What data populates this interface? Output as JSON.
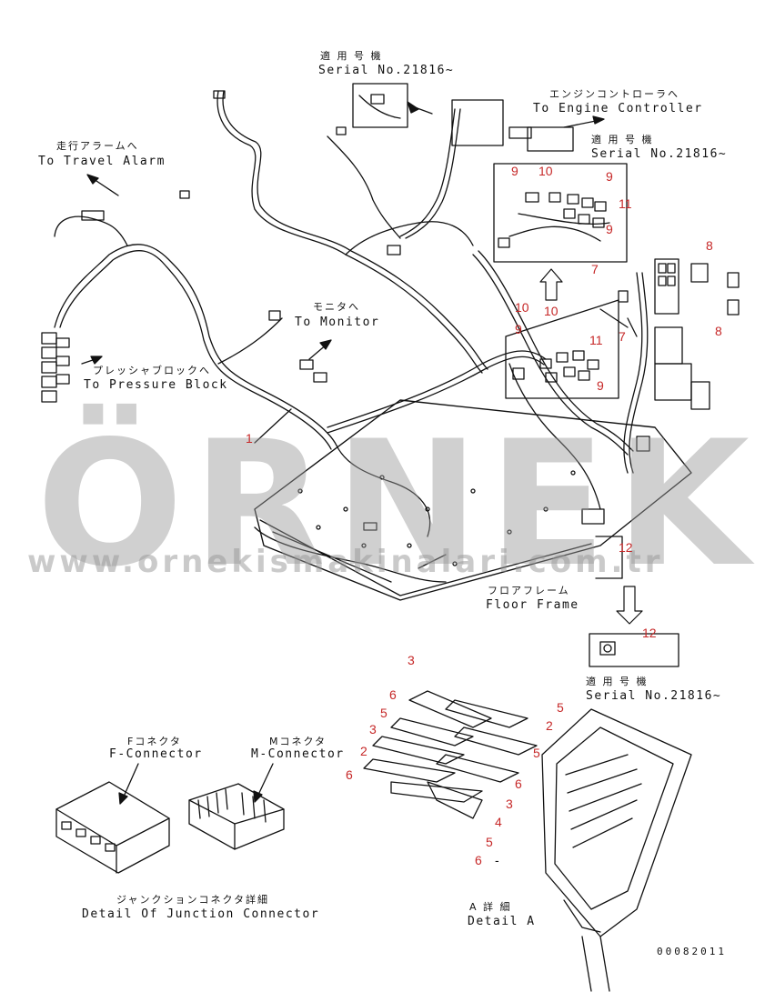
{
  "watermark": {
    "logo_text": "ÖRNEK",
    "url": "www.ornekismakinalari.com.tr"
  },
  "labels": {
    "serial_top_jp": "適 用 号 機",
    "serial_top_en": "Serial No.21816~",
    "engine_jp": "エンジンコントローラへ",
    "engine_en": "To Engine Controller",
    "serial_right_jp": "適 用 号 機",
    "serial_right_en": "Serial No.21816~",
    "travel_jp": "走行アラームへ",
    "travel_en": "To Travel Alarm",
    "monitor_jp": "モニタへ",
    "monitor_en": "To Monitor",
    "pressure_jp": "プレッシャブロックへ",
    "pressure_en": "To Pressure Block",
    "floor_jp": "フロアフレーム",
    "floor_en": "Floor Frame",
    "serial_bottom_jp": "適 用 号 機",
    "serial_bottom_en": "Serial No.21816~",
    "fconn_jp": "Fコネクタ",
    "fconn_en": "F-Connector",
    "mconn_jp": "Mコネクタ",
    "mconn_en": "M-Connector",
    "junction_jp": "ジャンクションコネクタ詳細",
    "junction_en": "Detail Of Junction Connector",
    "detail_jp": "A 詳 細",
    "detail_en": "Detail A",
    "doc_number": "00082011"
  },
  "callouts": [
    "1",
    "7",
    "7",
    "8",
    "8",
    "9",
    "9",
    "9",
    "9",
    "9",
    "10",
    "10",
    "10",
    "11",
    "11",
    "12",
    "12",
    "3",
    "6",
    "5",
    "3",
    "2",
    "6",
    "5",
    "2",
    "5",
    "6",
    "3",
    "4",
    "5",
    "6",
    "-"
  ]
}
